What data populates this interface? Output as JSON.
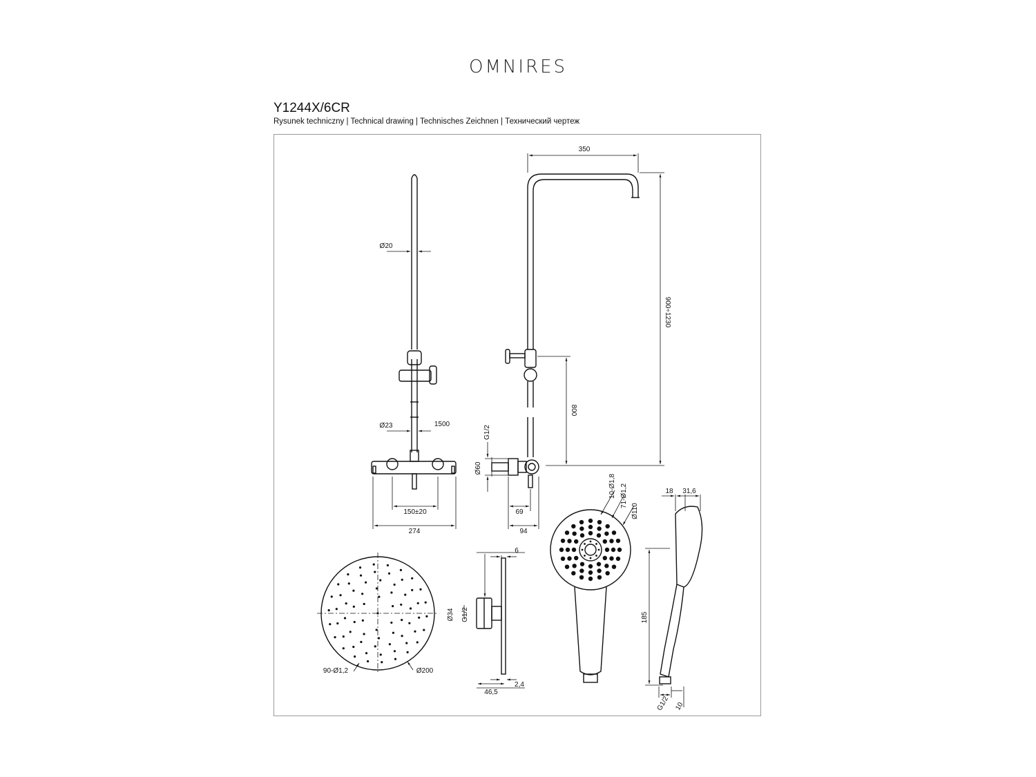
{
  "header": {
    "brand": "OMNIRES",
    "product_code": "Y1244X/6CR",
    "subtitle": "Rysunek techniczny | Technical drawing | Technisches Zeichnen | Технический чертеж"
  },
  "dimensions": {
    "riser_width": "350",
    "total_height": "900÷1230",
    "rail_diameter": "Ø20",
    "pipe_diameter": "Ø23",
    "rail_length": "1500",
    "holder_height": "800",
    "thread_side": "G1/2",
    "valve_diameter": "Ø60",
    "mixer_spacing": "150±20",
    "mixer_width": "274",
    "depth_69": "69",
    "depth_94": "94",
    "hand_nozzles_outer": "10-Ø1,8",
    "hand_nozzles_inner": "71-Ø1,2",
    "hand_diameter": "Ø110",
    "hand_depth_18": "18",
    "hand_depth_316": "31,6",
    "hand_length": "185",
    "hand_thread": "G1/2",
    "hand_thread_len": "10",
    "head_nozzles": "90-Ø1,2",
    "head_diameter": "Ø200",
    "head_connector": "Ø34",
    "head_thread": "G1/2",
    "head_thickness": "6",
    "head_plate": "2,4",
    "head_depth": "46,5"
  }
}
